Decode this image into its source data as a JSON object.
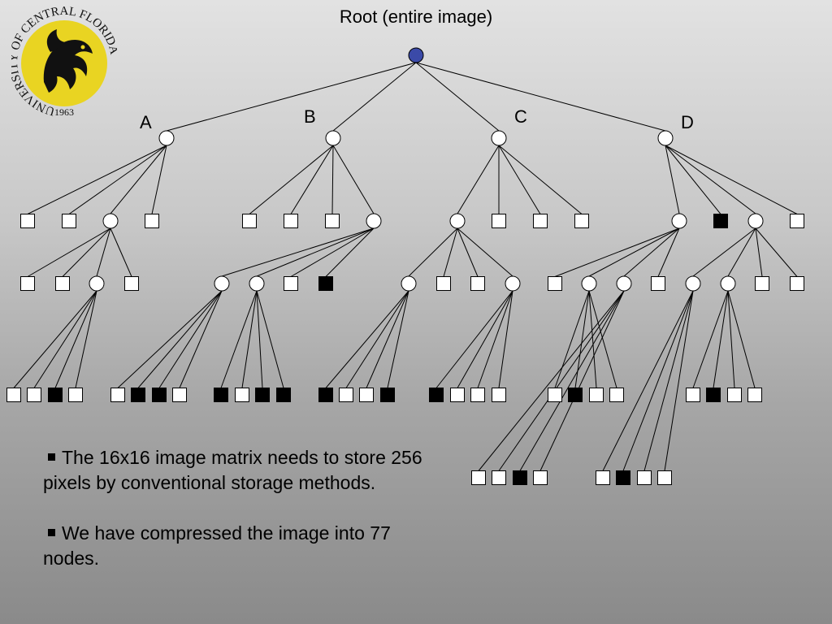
{
  "slide": {
    "title": "Root (entire image)",
    "branch_labels": [
      "A",
      "B",
      "C",
      "D"
    ],
    "bullets": [
      "The 16x16 image matrix needs to store 256 pixels by conventional storage methods.",
      "We have compressed the image into 77 nodes."
    ]
  },
  "logo": {
    "ring_text": "UNIVERSITY OF CENTRAL FLORIDA",
    "year": "1963",
    "colors": {
      "gold": "#e9d422",
      "black": "#111111"
    }
  },
  "colors": {
    "root": "#3b4aa8",
    "internal": "#ffffff",
    "leaf_white": "#ffffff",
    "leaf_black": "#000000",
    "edge": "#000000"
  },
  "tree": {
    "nodes": [
      {
        "id": "root",
        "kind": "circle",
        "fill": "root"
      },
      {
        "id": "A",
        "kind": "circle"
      },
      {
        "id": "B",
        "kind": "circle"
      },
      {
        "id": "C",
        "kind": "circle"
      },
      {
        "id": "D",
        "kind": "circle"
      },
      {
        "id": "A1",
        "kind": "square",
        "fill": "white"
      },
      {
        "id": "A2",
        "kind": "square",
        "fill": "white"
      },
      {
        "id": "A3",
        "kind": "circle"
      },
      {
        "id": "A4",
        "kind": "square",
        "fill": "white"
      },
      {
        "id": "B1",
        "kind": "square",
        "fill": "white"
      },
      {
        "id": "B2",
        "kind": "square",
        "fill": "white"
      },
      {
        "id": "B3",
        "kind": "square",
        "fill": "white"
      },
      {
        "id": "B4",
        "kind": "circle"
      },
      {
        "id": "C1",
        "kind": "circle"
      },
      {
        "id": "C2",
        "kind": "square",
        "fill": "white"
      },
      {
        "id": "C3",
        "kind": "square",
        "fill": "white"
      },
      {
        "id": "C4",
        "kind": "square",
        "fill": "white"
      },
      {
        "id": "D1",
        "kind": "circle"
      },
      {
        "id": "D2",
        "kind": "square",
        "fill": "black"
      },
      {
        "id": "D3",
        "kind": "circle"
      },
      {
        "id": "D4",
        "kind": "square",
        "fill": "white"
      },
      {
        "id": "A3a",
        "kind": "square",
        "fill": "white"
      },
      {
        "id": "A3b",
        "kind": "square",
        "fill": "white"
      },
      {
        "id": "A3c",
        "kind": "circle"
      },
      {
        "id": "A3d",
        "kind": "square",
        "fill": "white"
      },
      {
        "id": "B4a",
        "kind": "circle"
      },
      {
        "id": "B4b",
        "kind": "circle"
      },
      {
        "id": "B4c",
        "kind": "square",
        "fill": "white"
      },
      {
        "id": "B4d",
        "kind": "square",
        "fill": "black"
      },
      {
        "id": "C1a",
        "kind": "circle"
      },
      {
        "id": "C1b",
        "kind": "square",
        "fill": "white"
      },
      {
        "id": "C1c",
        "kind": "square",
        "fill": "white"
      },
      {
        "id": "C1d",
        "kind": "circle"
      },
      {
        "id": "D1a",
        "kind": "square",
        "fill": "white"
      },
      {
        "id": "D1b",
        "kind": "circle"
      },
      {
        "id": "D1c",
        "kind": "circle"
      },
      {
        "id": "D1d",
        "kind": "square",
        "fill": "white"
      },
      {
        "id": "D3a",
        "kind": "circle"
      },
      {
        "id": "D3b",
        "kind": "circle"
      },
      {
        "id": "D3c",
        "kind": "square",
        "fill": "white"
      },
      {
        "id": "D3d",
        "kind": "square",
        "fill": "white"
      },
      {
        "id": "A3c1",
        "kind": "square",
        "fill": "white"
      },
      {
        "id": "A3c2",
        "kind": "square",
        "fill": "white"
      },
      {
        "id": "A3c3",
        "kind": "square",
        "fill": "black"
      },
      {
        "id": "A3c4",
        "kind": "square",
        "fill": "white"
      },
      {
        "id": "B4a1",
        "kind": "square",
        "fill": "white"
      },
      {
        "id": "B4a2",
        "kind": "square",
        "fill": "black"
      },
      {
        "id": "B4a3",
        "kind": "square",
        "fill": "black"
      },
      {
        "id": "B4a4",
        "kind": "square",
        "fill": "white"
      },
      {
        "id": "B4b1",
        "kind": "square",
        "fill": "black"
      },
      {
        "id": "B4b2",
        "kind": "square",
        "fill": "white"
      },
      {
        "id": "B4b3",
        "kind": "square",
        "fill": "black"
      },
      {
        "id": "B4b4",
        "kind": "square",
        "fill": "black"
      },
      {
        "id": "C1a1",
        "kind": "square",
        "fill": "black"
      },
      {
        "id": "C1a2",
        "kind": "square",
        "fill": "white"
      },
      {
        "id": "C1a3",
        "kind": "square",
        "fill": "white"
      },
      {
        "id": "C1a4",
        "kind": "square",
        "fill": "black"
      },
      {
        "id": "C1d1",
        "kind": "square",
        "fill": "black"
      },
      {
        "id": "C1d2",
        "kind": "square",
        "fill": "white"
      },
      {
        "id": "C1d3",
        "kind": "square",
        "fill": "white"
      },
      {
        "id": "C1d4",
        "kind": "square",
        "fill": "white"
      },
      {
        "id": "D1b1",
        "kind": "square",
        "fill": "white"
      },
      {
        "id": "D1b2",
        "kind": "square",
        "fill": "black"
      },
      {
        "id": "D1b3",
        "kind": "square",
        "fill": "white"
      },
      {
        "id": "D1b4",
        "kind": "square",
        "fill": "white"
      },
      {
        "id": "D3b1",
        "kind": "square",
        "fill": "white"
      },
      {
        "id": "D3b2",
        "kind": "square",
        "fill": "black"
      },
      {
        "id": "D3b3",
        "kind": "square",
        "fill": "white"
      },
      {
        "id": "D3b4",
        "kind": "square",
        "fill": "white"
      },
      {
        "id": "D1c1",
        "kind": "square",
        "fill": "white"
      },
      {
        "id": "D1c2",
        "kind": "square",
        "fill": "white"
      },
      {
        "id": "D1c3",
        "kind": "square",
        "fill": "black"
      },
      {
        "id": "D1c4",
        "kind": "square",
        "fill": "white"
      },
      {
        "id": "D3a1",
        "kind": "square",
        "fill": "white"
      },
      {
        "id": "D3a2",
        "kind": "square",
        "fill": "black"
      },
      {
        "id": "D3a3",
        "kind": "square",
        "fill": "white"
      },
      {
        "id": "D3a4",
        "kind": "square",
        "fill": "white"
      }
    ],
    "edges": [
      [
        "root",
        "A"
      ],
      [
        "root",
        "B"
      ],
      [
        "root",
        "C"
      ],
      [
        "root",
        "D"
      ],
      [
        "A",
        "A1"
      ],
      [
        "A",
        "A2"
      ],
      [
        "A",
        "A3"
      ],
      [
        "A",
        "A4"
      ],
      [
        "B",
        "B1"
      ],
      [
        "B",
        "B2"
      ],
      [
        "B",
        "B3"
      ],
      [
        "B",
        "B4"
      ],
      [
        "C",
        "C1"
      ],
      [
        "C",
        "C2"
      ],
      [
        "C",
        "C3"
      ],
      [
        "C",
        "C4"
      ],
      [
        "D",
        "D1"
      ],
      [
        "D",
        "D2"
      ],
      [
        "D",
        "D3"
      ],
      [
        "D",
        "D4"
      ],
      [
        "A3",
        "A3a"
      ],
      [
        "A3",
        "A3b"
      ],
      [
        "A3",
        "A3c"
      ],
      [
        "A3",
        "A3d"
      ],
      [
        "B4",
        "B4a"
      ],
      [
        "B4",
        "B4b"
      ],
      [
        "B4",
        "B4c"
      ],
      [
        "B4",
        "B4d"
      ],
      [
        "C1",
        "C1a"
      ],
      [
        "C1",
        "C1b"
      ],
      [
        "C1",
        "C1c"
      ],
      [
        "C1",
        "C1d"
      ],
      [
        "D1",
        "D1a"
      ],
      [
        "D1",
        "D1b"
      ],
      [
        "D1",
        "D1c"
      ],
      [
        "D1",
        "D1d"
      ],
      [
        "D3",
        "D3a"
      ],
      [
        "D3",
        "D3b"
      ],
      [
        "D3",
        "D3c"
      ],
      [
        "D3",
        "D3d"
      ],
      [
        "A3c",
        "A3c1"
      ],
      [
        "A3c",
        "A3c2"
      ],
      [
        "A3c",
        "A3c3"
      ],
      [
        "A3c",
        "A3c4"
      ],
      [
        "B4a",
        "B4a1"
      ],
      [
        "B4a",
        "B4a2"
      ],
      [
        "B4a",
        "B4a3"
      ],
      [
        "B4a",
        "B4a4"
      ],
      [
        "B4b",
        "B4b1"
      ],
      [
        "B4b",
        "B4b2"
      ],
      [
        "B4b",
        "B4b3"
      ],
      [
        "B4b",
        "B4b4"
      ],
      [
        "C1a",
        "C1a1"
      ],
      [
        "C1a",
        "C1a2"
      ],
      [
        "C1a",
        "C1a3"
      ],
      [
        "C1a",
        "C1a4"
      ],
      [
        "C1d",
        "C1d1"
      ],
      [
        "C1d",
        "C1d2"
      ],
      [
        "C1d",
        "C1d3"
      ],
      [
        "C1d",
        "C1d4"
      ],
      [
        "D1b",
        "D1b1"
      ],
      [
        "D1b",
        "D1b2"
      ],
      [
        "D1b",
        "D1b3"
      ],
      [
        "D1b",
        "D1b4"
      ],
      [
        "D3b",
        "D3b1"
      ],
      [
        "D3b",
        "D3b2"
      ],
      [
        "D3b",
        "D3b3"
      ],
      [
        "D3b",
        "D3b4"
      ],
      [
        "D1c",
        "D1c1"
      ],
      [
        "D1c",
        "D1c2"
      ],
      [
        "D1c",
        "D1c3"
      ],
      [
        "D1c",
        "D1c4"
      ],
      [
        "D3a",
        "D3a1"
      ],
      [
        "D3a",
        "D3a2"
      ],
      [
        "D3a",
        "D3a3"
      ],
      [
        "D3a",
        "D3a4"
      ]
    ]
  }
}
